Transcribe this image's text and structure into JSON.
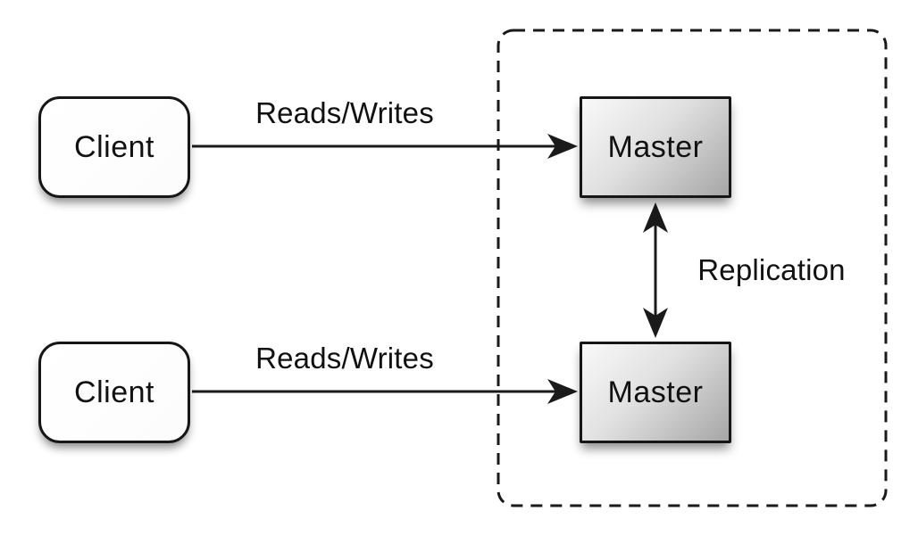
{
  "diagram": {
    "type": "architecture-diagram",
    "background_color": "#ffffff",
    "stroke_color": "#1a1a1a",
    "nodes": [
      {
        "id": "client-1",
        "label": "Client",
        "shape": "rounded-rect",
        "fill": "#ffffff"
      },
      {
        "id": "client-2",
        "label": "Client",
        "shape": "rounded-rect",
        "fill": "#ffffff"
      },
      {
        "id": "master-1",
        "label": "Master",
        "shape": "rect",
        "fill_gradient_top": "#f9f9f9",
        "fill_gradient_bottom": "#a6a6a6"
      },
      {
        "id": "master-2",
        "label": "Master",
        "shape": "rect",
        "fill_gradient_top": "#f9f9f9",
        "fill_gradient_bottom": "#a6a6a6"
      }
    ],
    "edges": [
      {
        "id": "reads-writes-1",
        "label": "Reads/Writes",
        "from": "client-1",
        "to": "master-1",
        "direction": "one-way"
      },
      {
        "id": "reads-writes-2",
        "label": "Reads/Writes",
        "from": "client-2",
        "to": "master-2",
        "direction": "one-way"
      },
      {
        "id": "replication",
        "label": "Replication",
        "from": "master-1",
        "to": "master-2",
        "direction": "two-way"
      }
    ],
    "groups": [
      {
        "id": "replication-zone",
        "border_style": "dashed",
        "contains": [
          "master-1",
          "master-2"
        ]
      }
    ]
  }
}
